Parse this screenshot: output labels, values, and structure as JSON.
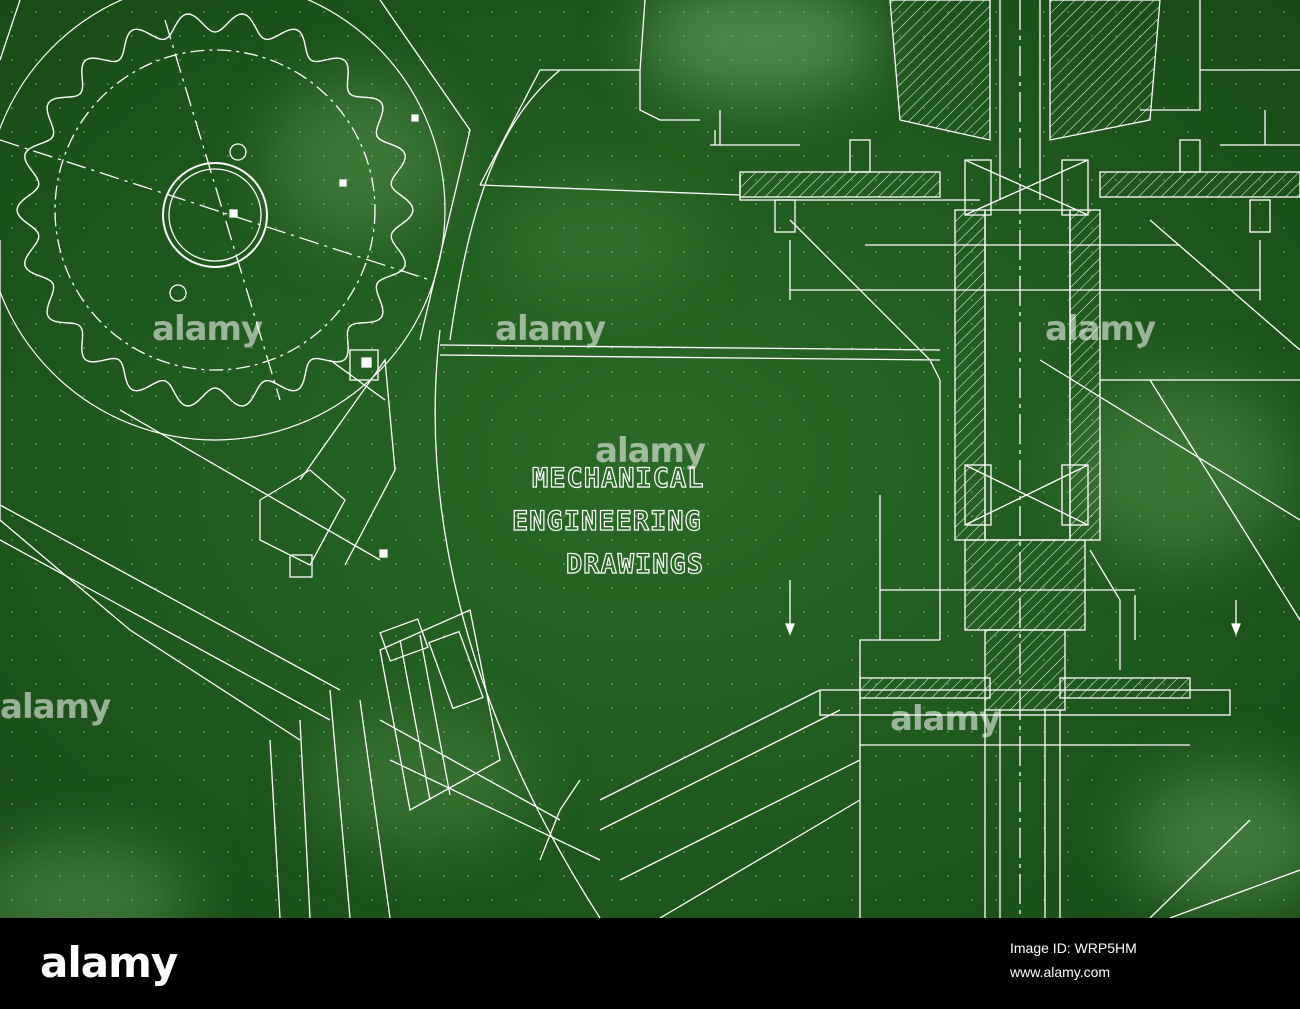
{
  "title": {
    "line1": "MECHANICAL",
    "line2": "ENGINEERING",
    "line3": "DRAWINGS"
  },
  "watermark_text": "alamy",
  "footer": {
    "logo": "alamy",
    "image_id": "Image ID: WRP5HM",
    "site": "www.alamy.com"
  },
  "colors": {
    "background": "#1f5a1c",
    "background_light": "#3f7a3a",
    "line": "#ffffff",
    "footer": "#000000"
  }
}
